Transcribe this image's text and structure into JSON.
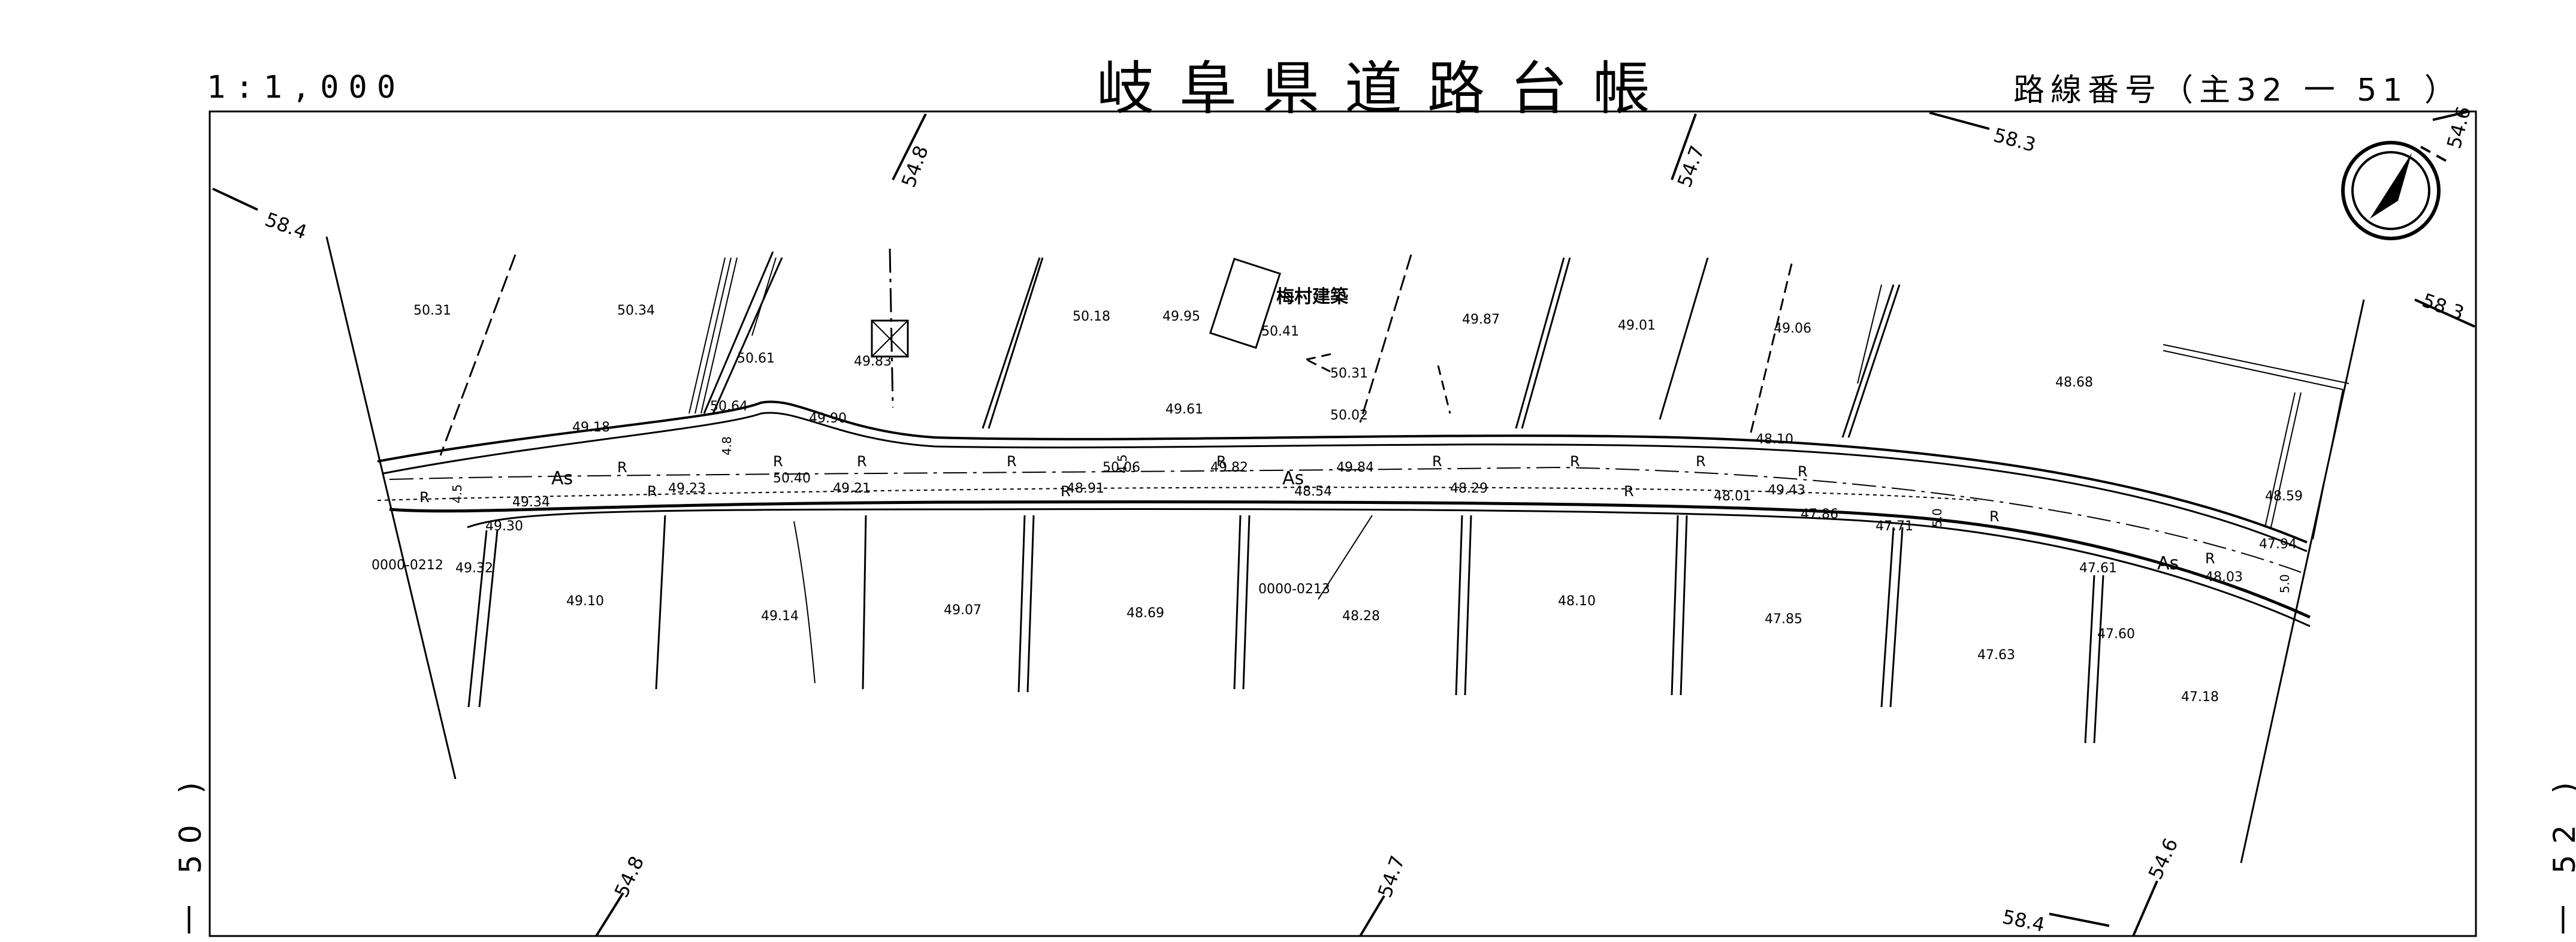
{
  "header": {
    "scale": "1:1,000",
    "title": "岐阜県道路台帳",
    "route_number": "路線番号（主32 一 51 ）"
  },
  "sheet_edges": {
    "left": "一 50 )",
    "right": "一 52 )"
  },
  "contours": {
    "c1": "58.4",
    "c2": "54.8",
    "c3": "54.7",
    "c4": "58.3",
    "c5": "54.6",
    "c6": "58.3",
    "c7": "54.8",
    "c8": "54.7",
    "c9": "54.6",
    "c10": "58.4"
  },
  "building": {
    "name": "梅村建築"
  },
  "road": {
    "surface": "As",
    "marker_r": "R",
    "ids": {
      "a": "0000-0212",
      "b": "0000-0213"
    },
    "widths": {
      "w1": "4.5",
      "w2": "4.8",
      "w3": "4.5",
      "w4": "5.0",
      "w5": "5.0"
    }
  },
  "elevations": {
    "north": [
      "50.31",
      "50.34",
      "50.18",
      "49.95",
      "50.41",
      "49.87",
      "49.01",
      "49.06",
      "48.68",
      "49.83",
      "50.61",
      "50.64",
      "49.90",
      "49.61",
      "50.31",
      "50.02",
      "49.18",
      "48.10",
      "48.59",
      "47.94"
    ],
    "road": [
      "49.34",
      "49.23",
      "50.40",
      "49.21",
      "48.91",
      "50.06",
      "49.82",
      "49.84",
      "48.54",
      "48.29",
      "48.01",
      "49.43",
      "47.86",
      "47.71",
      "47.61",
      "48.03",
      "49.30",
      "49.32"
    ],
    "south": [
      "49.10",
      "49.14",
      "49.07",
      "48.69",
      "48.28",
      "48.10",
      "47.85",
      "47.63",
      "47.60",
      "47.18"
    ]
  }
}
